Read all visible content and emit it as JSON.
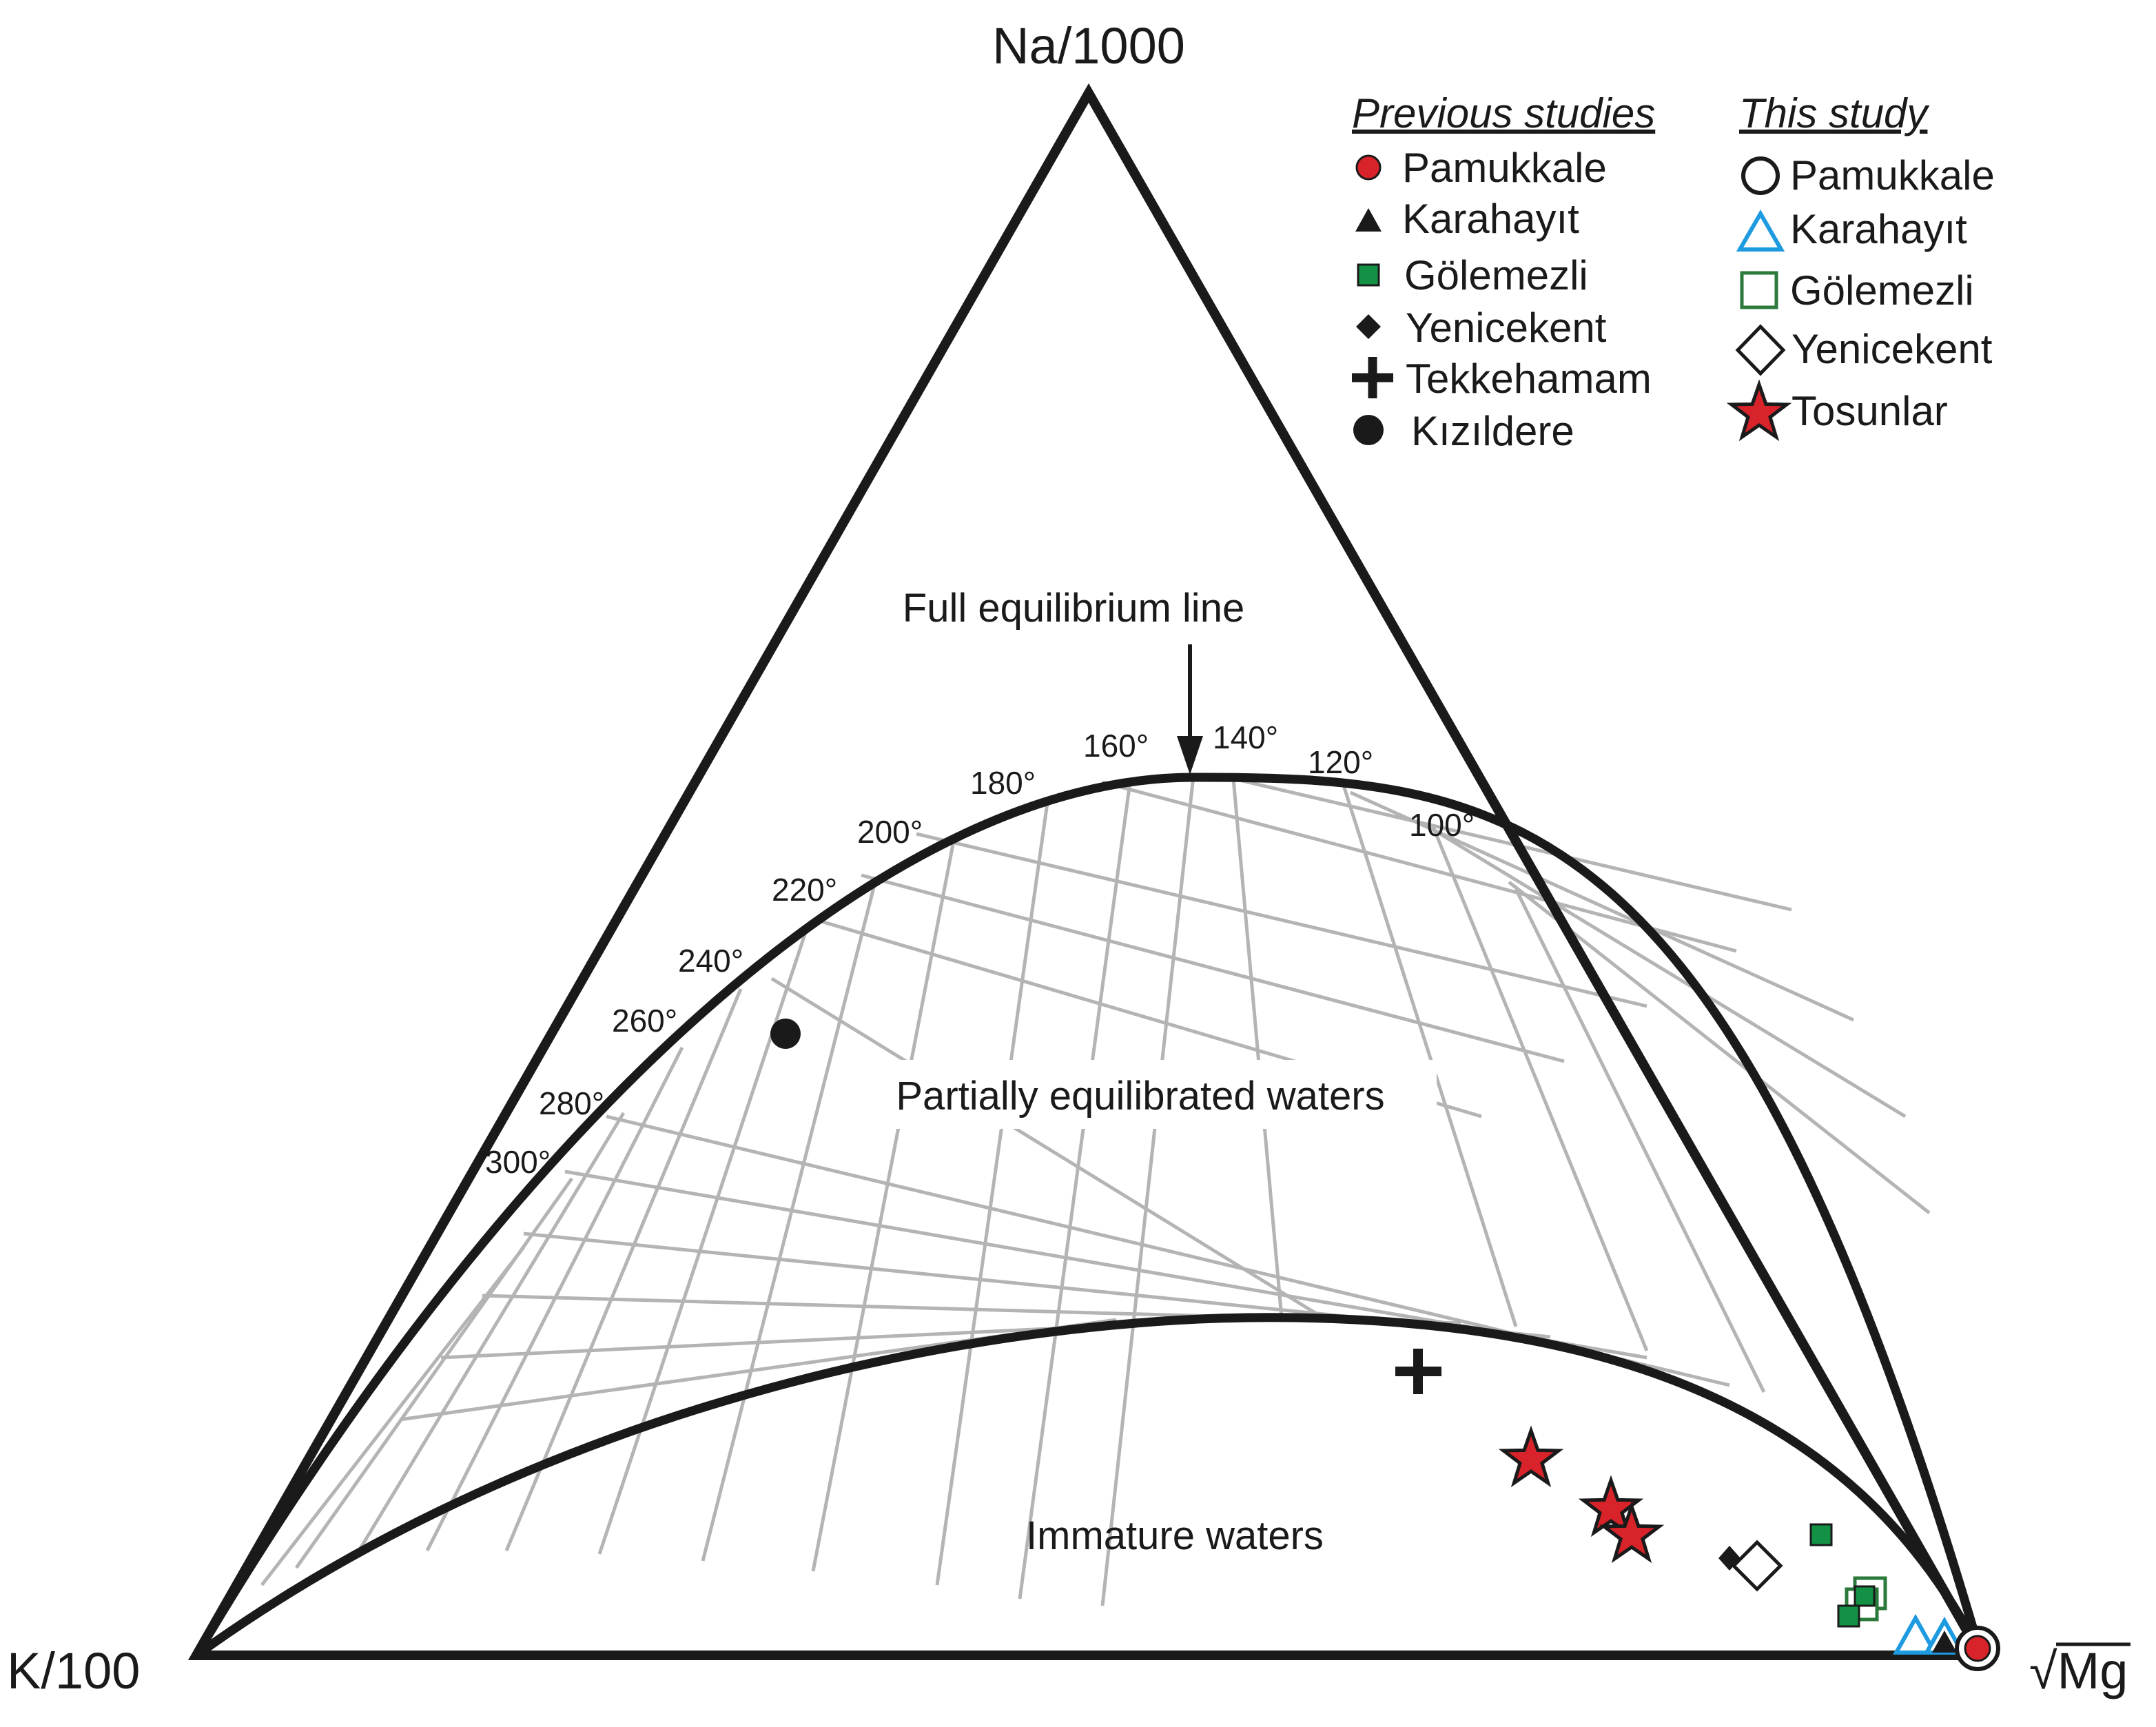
{
  "axes": {
    "top": "Na/1000",
    "left": "K/100",
    "right": "√Mg"
  },
  "labels": {
    "full_equilibrium": "Full equilibrium line",
    "partially": "Partially equilibrated waters",
    "immature": "Immature waters"
  },
  "temperatures": [
    "100°",
    "120°",
    "140°",
    "160°",
    "180°",
    "200°",
    "220°",
    "240°",
    "260°",
    "280°",
    "300°"
  ],
  "legend": {
    "previous": {
      "heading": "Previous studies",
      "items": [
        {
          "label": "Pamukkale",
          "icon": "filled-red-circle"
        },
        {
          "label": "Karahayıt",
          "icon": "filled-black-triangle"
        },
        {
          "label": "Gölemezli",
          "icon": "filled-green-square"
        },
        {
          "label": "Yenicekent",
          "icon": "filled-black-diamond"
        },
        {
          "label": "Tekkehamam",
          "icon": "plus"
        },
        {
          "label": "Kızıldere",
          "icon": "filled-black-circle"
        }
      ]
    },
    "current": {
      "heading": "This study",
      "items": [
        {
          "label": "Pamukkale",
          "icon": "open-circle"
        },
        {
          "label": "Karahayıt",
          "icon": "open-blue-triangle"
        },
        {
          "label": "Gölemezli",
          "icon": "open-green-square"
        },
        {
          "label": "Yenicekent",
          "icon": "open-diamond"
        },
        {
          "label": "Tosunlar",
          "icon": "red-star"
        }
      ]
    }
  },
  "colors": {
    "frame": "#1a1a1a",
    "grid": "#b4b4b4",
    "red": "#d8232a",
    "green": "#139245",
    "green_open": "#2b7a3b",
    "blue": "#1e9be0"
  }
}
